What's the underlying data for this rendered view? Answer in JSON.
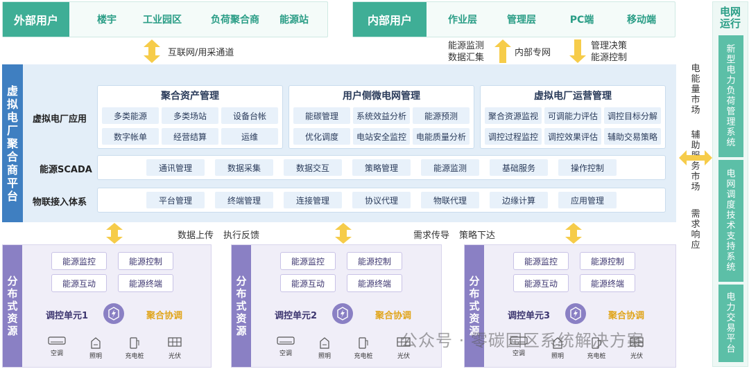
{
  "external": {
    "head": "外部用户",
    "items": [
      "楼宇",
      "工业园区",
      "负荷聚合商",
      "能源站"
    ]
  },
  "internal": {
    "head": "内部用户",
    "items": [
      "作业层",
      "管理层",
      "PC端",
      "移动端"
    ]
  },
  "grid_ops": {
    "title": "电网运行",
    "boxes": [
      "新型电力负荷管理系统",
      "电网调度技术支持系统",
      "电力交易平台"
    ]
  },
  "top_links": {
    "left": "互联网/用采通道",
    "middle_left": "能源监测\n数据汇集",
    "middle": "内部专网",
    "right": "管理决策\n能源控制"
  },
  "markets": [
    "电能量市场",
    "辅助服务市场",
    "需求响应"
  ],
  "platform": {
    "side_title": "虚拟电厂聚合商平台",
    "rows": [
      "虚拟电厂应用",
      "能源SCADA",
      "物联接入体系"
    ],
    "panels": [
      {
        "title": "聚合资产管理",
        "items": [
          "多类能源",
          "多类场站",
          "设备台帐",
          "数字帐单",
          "经营结算",
          "运维"
        ]
      },
      {
        "title": "用户侧微电网管理",
        "items": [
          "能碳管理",
          "系统效益分析",
          "能源预测",
          "优化调度",
          "电站安全监控",
          "电能质量分析"
        ]
      },
      {
        "title": "虚拟电厂运营管理",
        "items": [
          "聚合资源监视",
          "可调能力评估",
          "调控目标分解",
          "调控过程监控",
          "调控效果评估",
          "辅助交易策略"
        ]
      }
    ],
    "scada": [
      "通讯管理",
      "数据采集",
      "数据交互",
      "策略管理",
      "能源监测",
      "基础服务",
      "操作控制"
    ],
    "iot": [
      "平台管理",
      "终端管理",
      "连接管理",
      "协议代理",
      "物联代理",
      "边缘计算",
      "应用管理"
    ]
  },
  "bottom_links": [
    "数据上传",
    "执行反馈",
    "需求传导",
    "策略下达"
  ],
  "resources": {
    "side_title": "分布式资源",
    "buttons": [
      "能源监控",
      "能源控制",
      "能源互动",
      "能源终端"
    ],
    "aggregate": "聚合协调",
    "devices": [
      "空调",
      "照明",
      "充电桩",
      "光伏"
    ],
    "units": [
      "调控单元1",
      "调控单元2",
      "调控单元3"
    ]
  },
  "watermark": "公众号 · 零碳园区系统解决方案",
  "colors": {
    "teal": "#3fae96",
    "blue": "#3f7fc1",
    "purple": "#8a80c4",
    "gold": "#e0a51c",
    "arrow": "#f6cc4a"
  }
}
